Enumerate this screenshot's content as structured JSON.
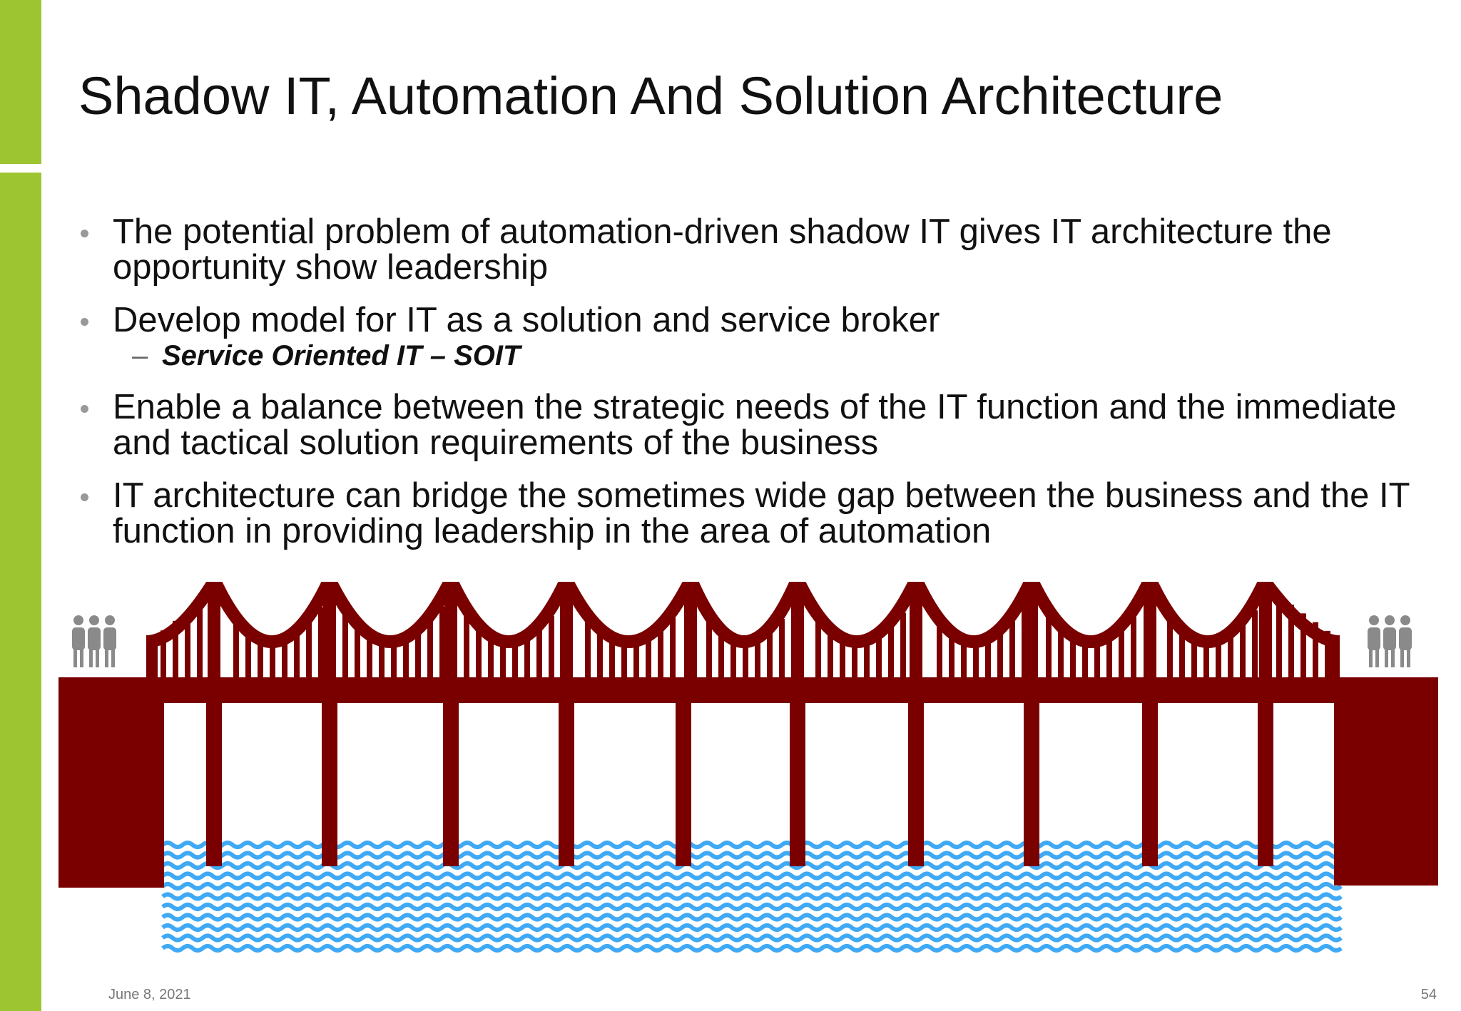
{
  "slide": {
    "title": "Shadow IT, Automation And Solution Architecture",
    "bullets": [
      "The potential problem of automation-driven shadow IT gives IT architecture the opportunity show leadership",
      "Develop model for IT as a solution and service broker",
      "Enable a balance between the strategic needs of the IT function and the immediate and tactical solution requirements of the business",
      "IT architecture can bridge the sometimes wide gap between the business and the IT function in providing leadership in the area of automation"
    ],
    "sub_bullet": "Service Oriented IT – SOIT",
    "footer": {
      "date": "June 8, 2021",
      "page": "54"
    }
  },
  "illustration": {
    "left_icon": "people-group-icon",
    "right_icon": "people-group-icon",
    "bridge_icon": "suspension-bridge-icon",
    "water_icon": "water-waves-icon"
  },
  "colors": {
    "accent": "#9dc531",
    "bridge": "#7a0000",
    "water": "#3fa9f5",
    "people": "#8a8a8a"
  }
}
